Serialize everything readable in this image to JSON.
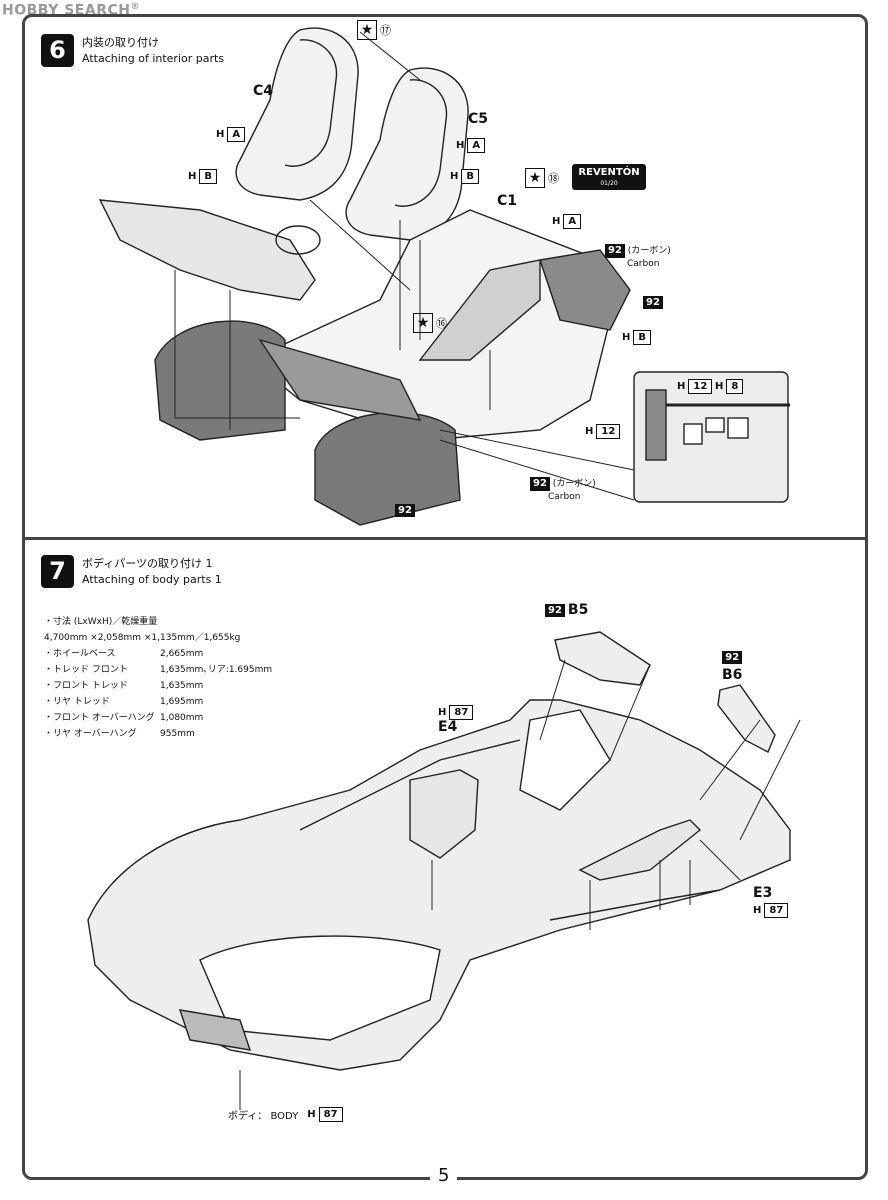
{
  "watermark": {
    "brand": "HOBBY SEARCH",
    "reg": "®"
  },
  "step6": {
    "number": "6",
    "title_ja": "内装の取り付け",
    "title_en": "Attaching of interior parts",
    "parts": {
      "c4": "C4",
      "c5": "C5",
      "c1": "C1"
    },
    "h_labels": [
      {
        "prefix": "H",
        "code": "A"
      },
      {
        "prefix": "H",
        "code": "B"
      },
      {
        "prefix": "H",
        "code": "A"
      },
      {
        "prefix": "H",
        "code": "B"
      },
      {
        "prefix": "H",
        "code": "A"
      },
      {
        "prefix": "H",
        "code": "B"
      },
      {
        "prefix": "H",
        "code": "12"
      },
      {
        "prefix": "H",
        "code": "12"
      },
      {
        "prefix": "H",
        "code": "8"
      }
    ],
    "decals": [
      "⑰",
      "⑱",
      "⑯"
    ],
    "star_symbol": "★",
    "plate": {
      "title": "REVENTÓN",
      "sub": "01/20"
    },
    "color_code": "92",
    "carbon_ja": "(カーボン)",
    "carbon_en": "Carbon"
  },
  "step7": {
    "number": "7",
    "title_ja": "ボディパーツの取り付け 1",
    "title_en": "Attaching of body parts 1",
    "specs": [
      {
        "k": "・寸法 (LxWxH)／乾燥重量",
        "v": ""
      },
      {
        "k": "   4,700mm ×2,058mm ×1,135mm／1,655kg",
        "v": ""
      },
      {
        "k": "・ホイールベース",
        "v": "2,665mm"
      },
      {
        "k": "・トレッド フロント",
        "v": "1,635mm､リア:1.695mm"
      },
      {
        "k": "・フロント トレッド",
        "v": "1,635mm"
      },
      {
        "k": "・リヤ トレッド",
        "v": "1,695mm"
      },
      {
        "k": "・フロント オーバーハング",
        "v": "1,080mm"
      },
      {
        "k": "・リヤ オーバーハング",
        "v": "955mm"
      }
    ],
    "parts": {
      "b5": "B5",
      "b6": "B6",
      "e4": "E4",
      "e3": "E3"
    },
    "color_code_92": "92",
    "h87": {
      "prefix": "H",
      "code": "87"
    },
    "body_label": "ボディ： BODY"
  },
  "page_number": "5"
}
